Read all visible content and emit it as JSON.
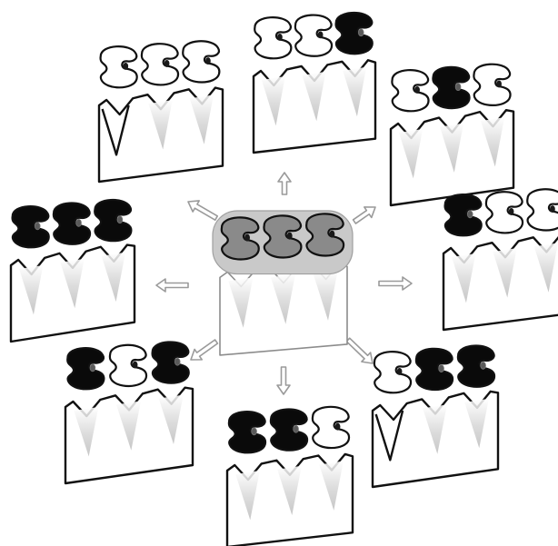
{
  "diagram": {
    "colors": {
      "background": "#ffffff",
      "outline": "#111111",
      "open_fill": "#ffffff",
      "closed_fill": "#0a0a0a",
      "partial_fill": "#8a8a8a",
      "halo": "#c9c9c9",
      "arrow": "#9a9a9a",
      "center_frame": "#8c8c8c"
    },
    "center": {
      "states": [
        "partial",
        "partial",
        "partial"
      ],
      "icons": [
        "subunit-icon-partial",
        "subunit-icon-partial",
        "subunit-icon-partial"
      ]
    },
    "units": [
      {
        "id": "top-left",
        "states": [
          "open",
          "open",
          "open"
        ],
        "open_pockets": [
          0
        ]
      },
      {
        "id": "top",
        "states": [
          "open",
          "open",
          "closed"
        ],
        "open_pockets": []
      },
      {
        "id": "top-right",
        "states": [
          "open",
          "closed",
          "open"
        ],
        "open_pockets": []
      },
      {
        "id": "left",
        "states": [
          "closed",
          "closed",
          "closed"
        ],
        "open_pockets": []
      },
      {
        "id": "right",
        "states": [
          "closed",
          "open",
          "open"
        ],
        "open_pockets": []
      },
      {
        "id": "bottom-left",
        "states": [
          "closed",
          "open",
          "closed"
        ],
        "open_pockets": []
      },
      {
        "id": "bottom",
        "states": [
          "closed",
          "closed",
          "open"
        ],
        "open_pockets": []
      },
      {
        "id": "bottom-right",
        "states": [
          "open",
          "closed",
          "closed"
        ],
        "open_pockets": [
          0
        ]
      }
    ],
    "arrows": [
      {
        "id": "to-top-left",
        "direction": "up-left"
      },
      {
        "id": "to-top",
        "direction": "up"
      },
      {
        "id": "to-top-right",
        "direction": "up-right"
      },
      {
        "id": "to-left",
        "direction": "left"
      },
      {
        "id": "to-right",
        "direction": "right"
      },
      {
        "id": "to-bottom-left",
        "direction": "down-left"
      },
      {
        "id": "to-bottom",
        "direction": "down"
      },
      {
        "id": "to-bottom-right",
        "direction": "down-right"
      }
    ]
  }
}
